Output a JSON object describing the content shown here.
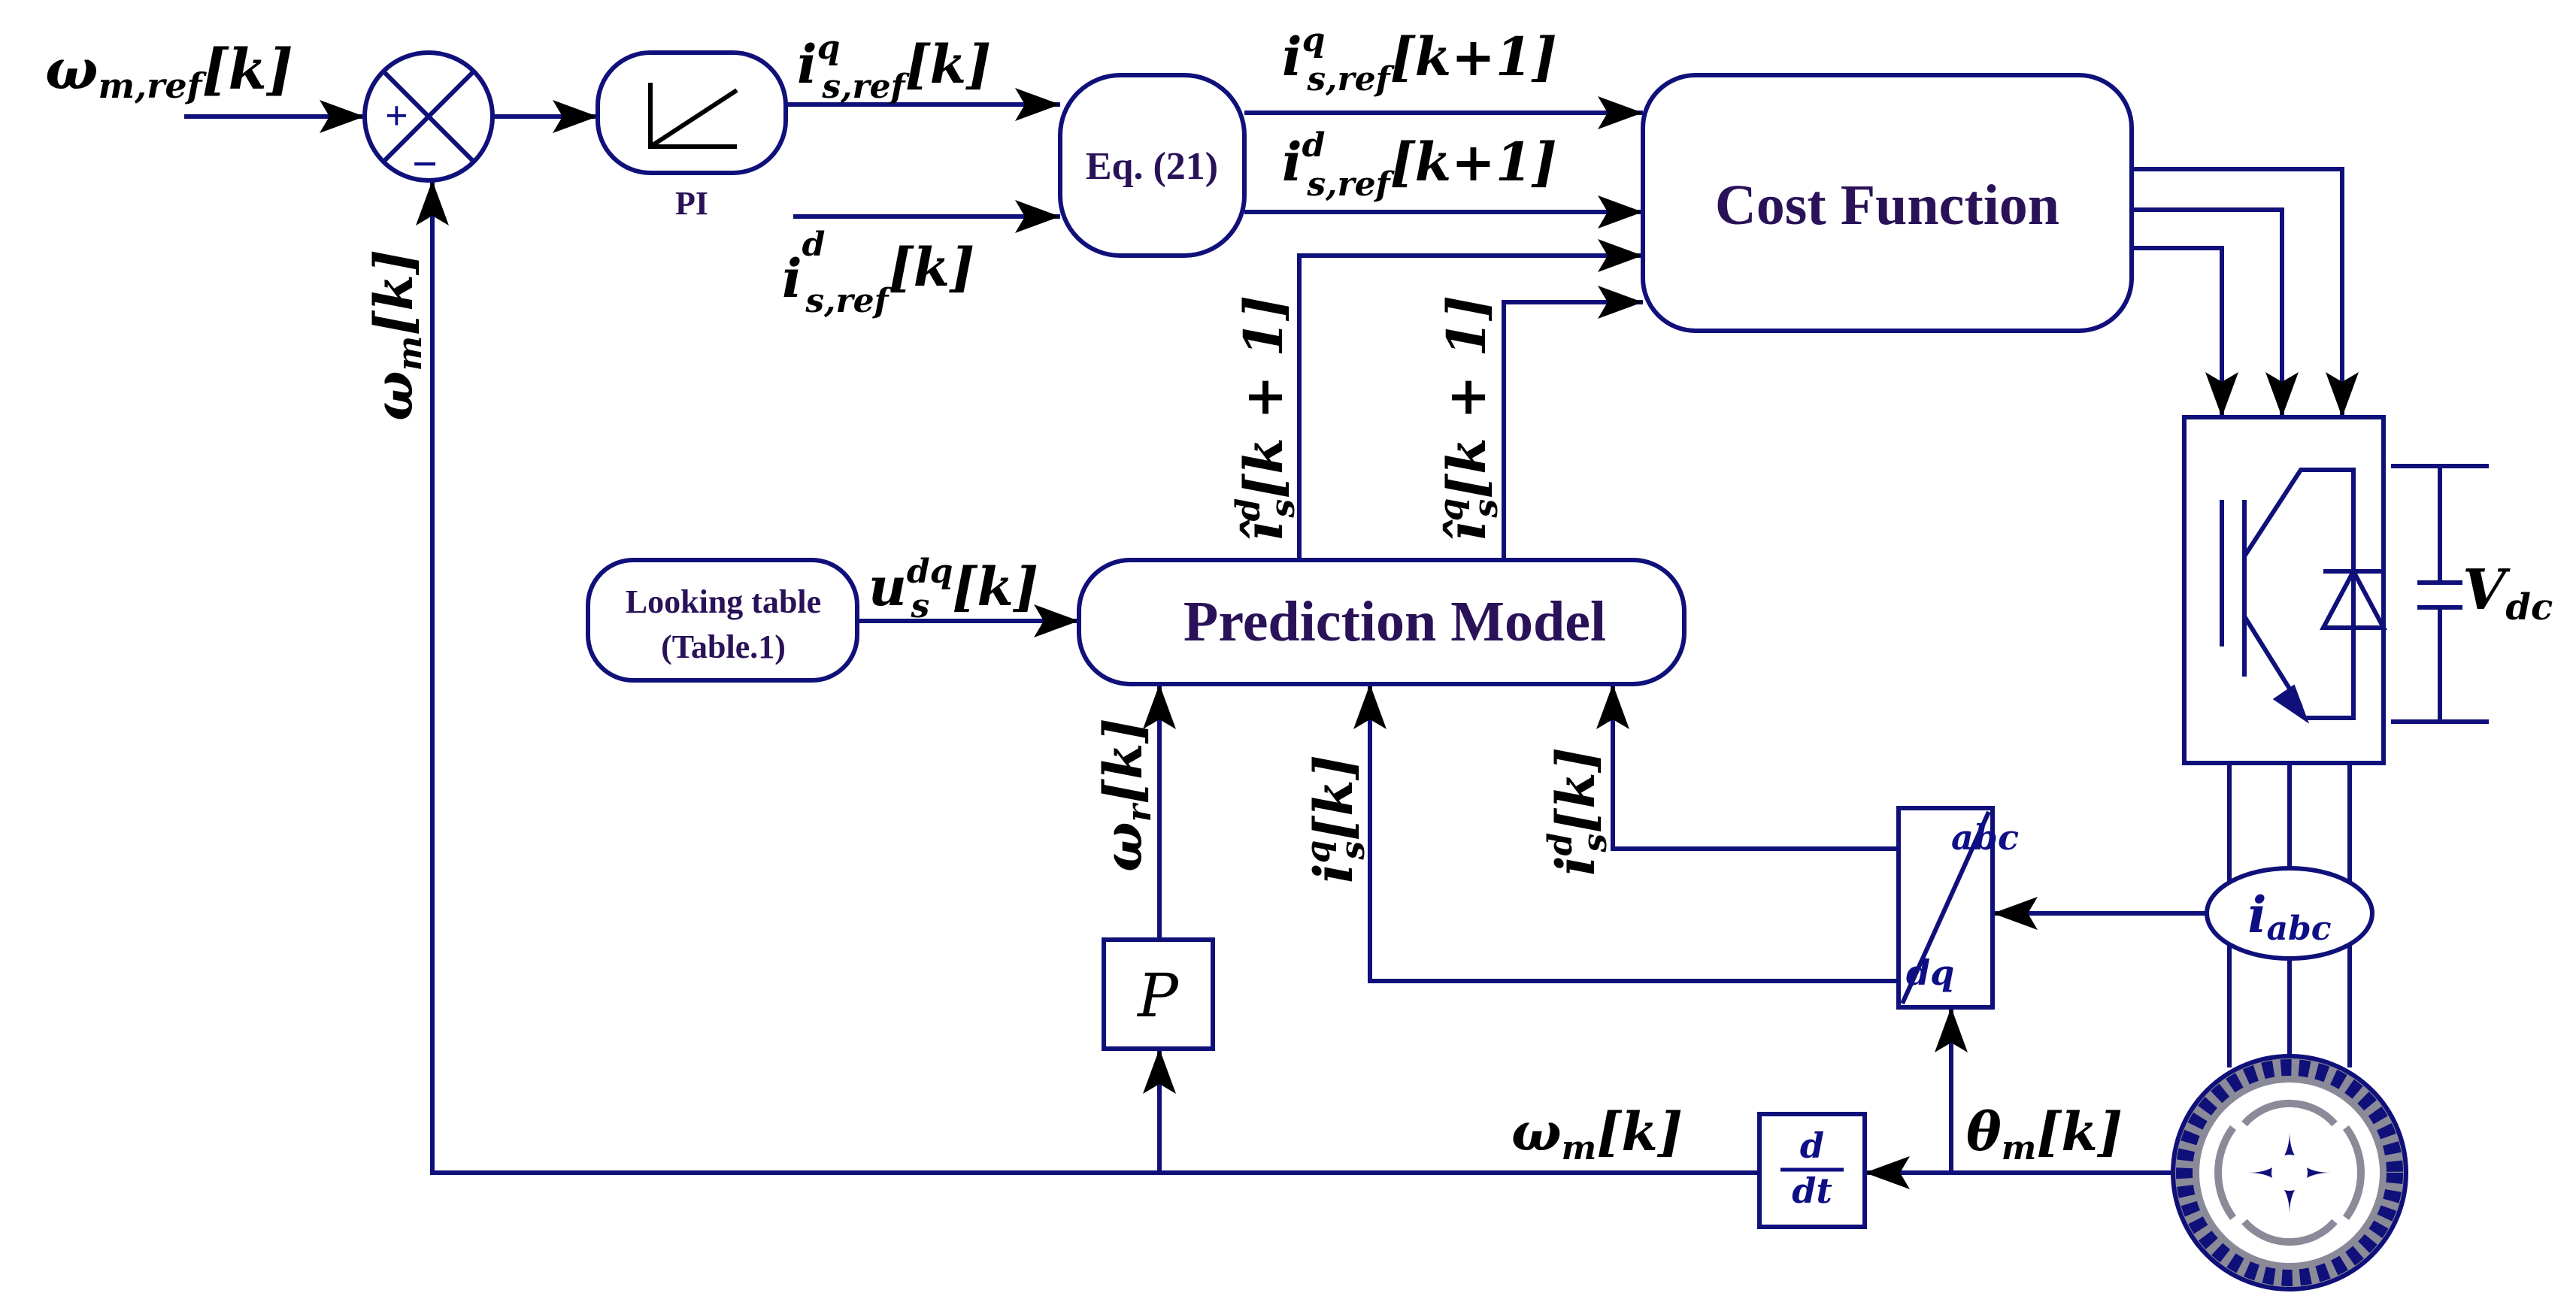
{
  "blocks": {
    "pi_label": "PI",
    "eq21": "Eq. (21)",
    "cost_function": "Cost Function",
    "prediction_model": "Prediction Model",
    "lookup_line1": "Looking table",
    "lookup_line2": "(Table.1)",
    "pole_pairs": "P",
    "abc": "abc",
    "dq": "dq",
    "sum_plus": "+",
    "sum_minus": "−"
  },
  "signals": {
    "omega": "ω",
    "m_ref": "m,ref",
    "m": "m",
    "r": "r",
    "k": "[k]",
    "k1": "[k+1]",
    "k1_spaced": "[k + 1]",
    "i": "i",
    "i_hat": "î",
    "s": "s",
    "s_ref": "s,ref",
    "q": "q",
    "d": "d",
    "u": "u",
    "dq_sup": "dq",
    "theta": "θ",
    "i_abc_main": "i",
    "i_abc_sub": "abc",
    "v": "V",
    "dc": "dc",
    "deriv_num": "d",
    "deriv_den": "dt"
  }
}
